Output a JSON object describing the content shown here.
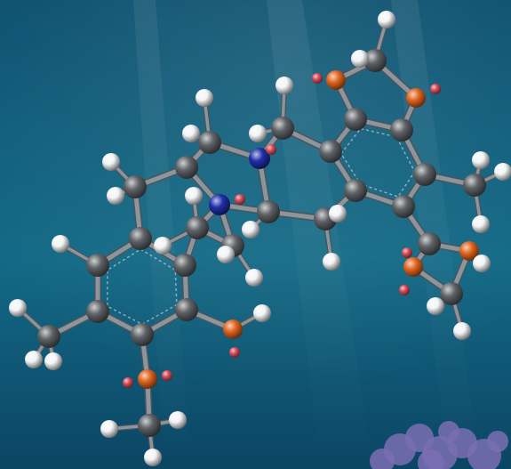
{
  "colors": {
    "water_top": "#0a4f6e",
    "water_mid": "#136a86",
    "water_bottom": "#0b4564",
    "bond": "#8c949c",
    "carbon": "#5e6266",
    "hydrogen": "#f2f4f6",
    "oxygen": "#e0641e",
    "nitrogen": "#1e2fa8",
    "lone_pair": "#d84a5a",
    "coral": "#7b6fb3"
  },
  "elements": [
    "carbon",
    "hydrogen",
    "oxygen",
    "nitrogen",
    "lone_pair"
  ]
}
